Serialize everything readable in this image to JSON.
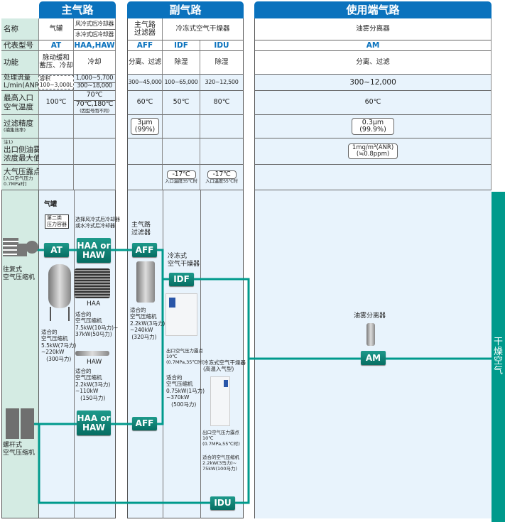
{
  "sections": {
    "main": "主气路",
    "sub": "副气路",
    "use": "使用端气路"
  },
  "row_labels": {
    "name": "名称",
    "model": "代表型号",
    "function": "功能",
    "flow": "处理流量\nL/min(ANR)",
    "temp": "最高入口\n空气温度",
    "filtration": "过滤精度",
    "filtration_note": "(捕集效率)",
    "oil_note": "注1)",
    "oil": "出口侧油雾\n浓度最大值",
    "dew": "大气压露点",
    "dew_note": "[入口空气压力\n0.7MPa时]"
  },
  "columns": {
    "at": {
      "name": "气罐",
      "model": "AT",
      "function": "脉动缓和\n蓄压、冷却",
      "flow": "容积\n100~3,000L",
      "temp": "100℃"
    },
    "haa": {
      "name1": "风冷式后冷却器",
      "name2": "水冷式后冷却器",
      "model": "HAA,HAW",
      "function": "冷却",
      "flow1": "1,000~5,700",
      "flow2": "300~18,000",
      "temp1": "70℃",
      "temp2": "70℃,180℃",
      "temp_note": "(因型号而不同)"
    },
    "aff": {
      "name": "主气路\n过滤器",
      "model": "AFF",
      "function": "分离、过滤",
      "flow": "300~45,000",
      "temp": "60℃",
      "filtration": "3μm\n(99%)"
    },
    "dryer_name": "冷冻式空气干燥器",
    "idf": {
      "model": "IDF",
      "function": "除湿",
      "flow": "100~65,000",
      "temp": "50℃",
      "dew": "-17℃",
      "dew_note": "入口温度35℃时"
    },
    "idu": {
      "model": "IDU",
      "function": "除湿",
      "flow": "320~12,500",
      "temp": "80℃",
      "dew": "-17℃",
      "dew_note": "入口温度55℃时"
    },
    "am": {
      "name": "油雾分离器",
      "model": "AM",
      "function": "分离、过滤",
      "flow": "300~12,000",
      "temp": "60℃",
      "filtration": "0.3μm\n(99.9%)",
      "oil": "1mg/m³(ANR)\n(≒0.8ppm)"
    }
  },
  "diagram": {
    "recip": "往复式\n空气压缩机",
    "screw": "螺杆式\n空气压缩机",
    "tank_title": "气罐",
    "tank_box": "第二类\n压力容器",
    "cooler_note": "选择风冷式后冷却器\n或水冷式后冷却器",
    "aff_title": "主气路\n过滤器",
    "dryer_title": "冷冻式\n空气干燥器",
    "badges": {
      "at": "AT",
      "haa": "HAA or\nHAW",
      "aff": "AFF",
      "idf": "IDF",
      "idu": "IDU",
      "am": "AM"
    },
    "at_spec": "适合的\n空气压缩机\n5.5kW(7马力)\n~220kW\n   (300马力)",
    "haa_label": "HAA",
    "haa_spec": "适合的\n空气压缩机\n7.5kW(10马力)~\n37kW(50马力)",
    "haw_label": "HAW",
    "haw_spec": "适合的\n空气压缩机\n2.2kW(3马力)\n~110kW\n   (150马力)",
    "aff_spec": "适合的\n空气压缩机\n2.2kW(3马力)\n~240kW\n (320马力)",
    "idf_dew": "出口空气压力露点\n10℃\n(0.7MPa,35℃时)",
    "idf_spec": "适合的\n空气压缩机\n0.75kW(1马力)\n~370kW\n   (500马力)",
    "idu_title": "冷冻式空气干燥器\n(高温入气型)",
    "idu_dew": "出口空气压力露点\n10℃\n(0.7MPa,55℃时)",
    "idu_spec": "适合的空气压缩机\n2.2kW(3马力)~\n75kW(100马力)",
    "am_title": "油雾分离器",
    "dry_air": "干\n燥\n空\n气"
  },
  "colors": {
    "accent": "#0a72bd",
    "pipe": "#009a8c",
    "label_bg": "#d4ebe3",
    "light_blue": "#e8f3fc"
  }
}
